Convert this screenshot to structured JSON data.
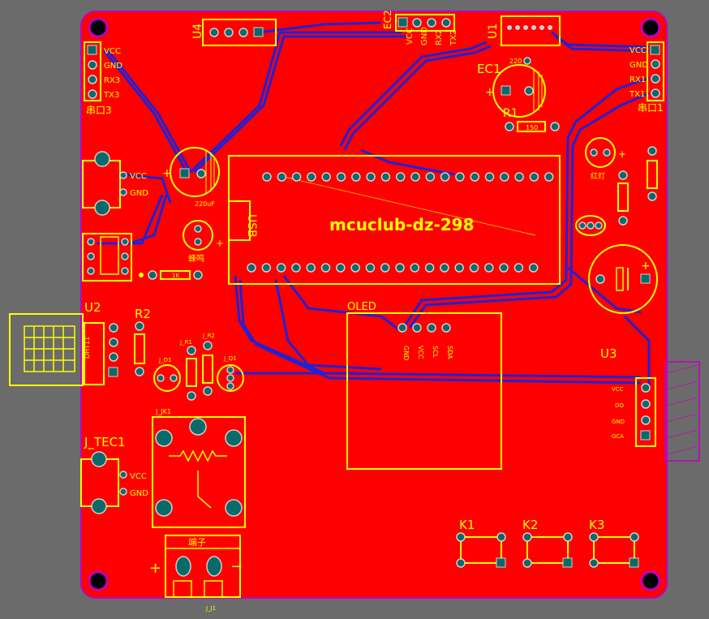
{
  "board": {
    "title": "mcuclub-dz-298",
    "colors": {
      "copper": "#ff0000",
      "silk": "#ffff00",
      "trace": "#1f22d6",
      "background": "#6b6b6b",
      "keepout": "#c000c0"
    }
  },
  "labels": {
    "u4": "U4",
    "ec2": "EC2",
    "u1": "U1",
    "ec1": "EC1",
    "ec1_value": "220",
    "r1": "R1",
    "r1_value": "150",
    "vcc": "VCC",
    "gnd": "GND",
    "rx1": "RX1",
    "tx1": "TX1",
    "rx2": "RX2",
    "tx2": "TX2",
    "rx3": "RX3",
    "tx3": "TX3",
    "uart1": "串口1",
    "uart3": "串口3",
    "cap_value": "220uF",
    "usb": "USB",
    "u2": "U2",
    "r2": "R2",
    "dht": "DHT11",
    "j_r1": "J_R1",
    "j_r2": "J_R2",
    "j_d1": "J_D1",
    "j_q1": "J_Q1",
    "j_jk1": "J_JK1",
    "j_tec1": "J_TEC1",
    "oled": "OLED",
    "u3": "U3",
    "k1": "K1",
    "k2": "K2",
    "k3": "K3",
    "terminal": "端子",
    "j_j1": "J_J1",
    "plus": "+",
    "minus": "−",
    "buzzer": "蜂鸣",
    "led_red": "红灯",
    "r_1k": "1K",
    "oled_pins": [
      "GND",
      "VCC",
      "SCL",
      "SDA"
    ],
    "u3_pins": [
      "VCC",
      "DO",
      "GND",
      "GCA"
    ]
  }
}
